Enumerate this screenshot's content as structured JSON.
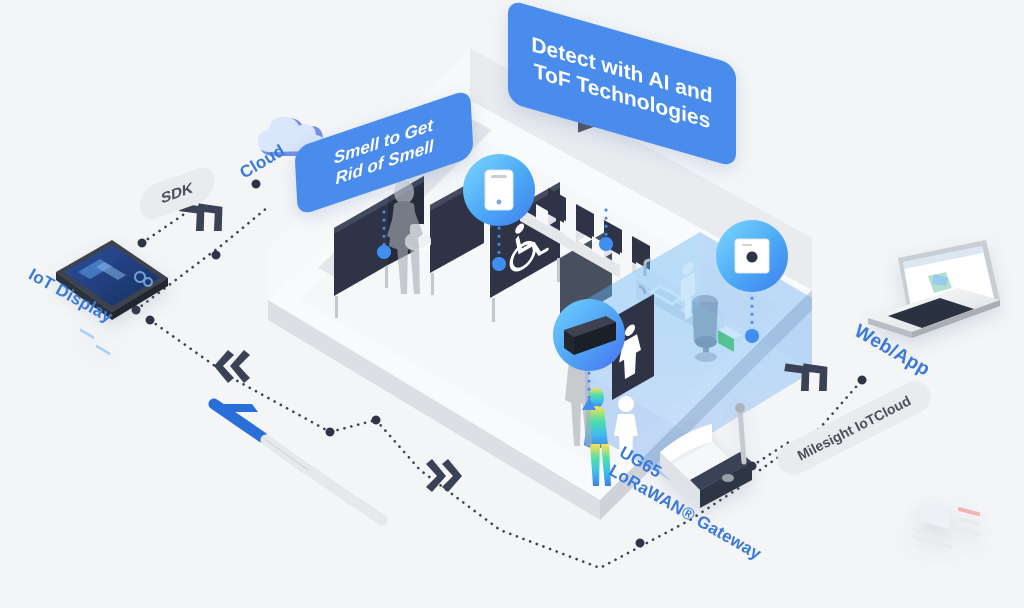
{
  "page": {
    "title": "Smart Restroom IoT Solution Isometric Diagram",
    "background_color": "#f4f5f7",
    "accent_blue": "#4a8cec",
    "label_blue": "#3a79d8",
    "dark_navy": "#2e3445",
    "pill_gray": "#e9ebef"
  },
  "callouts": [
    {
      "id": "smell",
      "line1": "Smell to Get",
      "line2": "Rid of Smell",
      "color": "#4a8cec"
    },
    {
      "id": "detect",
      "line1": "Detect with AI and",
      "line2": "ToF Technologies",
      "color": "#4a8cec"
    }
  ],
  "pills": [
    {
      "id": "sdk",
      "label": "SDK"
    },
    {
      "id": "iotcloud",
      "label": "Milesight IoTCloud"
    }
  ],
  "labels": [
    {
      "id": "iot-display",
      "text": "IoT Display",
      "color": "#3a79d8"
    },
    {
      "id": "cloud",
      "text": "Cloud",
      "color": "#3a79d8"
    },
    {
      "id": "web-app",
      "text": "Web/App",
      "color": "#3a79d8"
    },
    {
      "id": "gateway-line1",
      "text": "UG65",
      "color": "#3a79d8"
    },
    {
      "id": "gateway-line2",
      "text": "LoRaWAN® Gateway",
      "color": "#3a79d8"
    }
  ],
  "devices": [
    {
      "id": "am300-sensor",
      "name": "Ambient / Air Quality Sensor",
      "bubble": true
    },
    {
      "id": "iot-display-panel",
      "name": "Black IoT Display Panel",
      "bubble": true
    },
    {
      "id": "tof-people-counter",
      "name": "ToF People Counting Sensor",
      "bubble": true
    },
    {
      "id": "ug65-gateway",
      "name": "UG65 LoRaWAN Gateway",
      "bubble": false
    },
    {
      "id": "laptop-dashboard",
      "name": "Laptop Web Dashboard",
      "bubble": false
    },
    {
      "id": "tablet-display",
      "name": "IoT Display Tablet",
      "bubble": false
    },
    {
      "id": "cloud-node",
      "name": "Cloud",
      "bubble": false
    }
  ],
  "scene": {
    "room_name": "Smart Restroom",
    "fixtures": [
      {
        "id": "stall-1",
        "name": "toilet stall"
      },
      {
        "id": "stall-2",
        "name": "toilet stall"
      },
      {
        "id": "accessible-stall",
        "name": "accessible toilet stall"
      },
      {
        "id": "urinals",
        "name": "urinal row",
        "count": 4
      },
      {
        "id": "sinks",
        "name": "washbasin row",
        "count": 3
      },
      {
        "id": "trash-bin",
        "name": "trash bin"
      },
      {
        "id": "entrance",
        "name": "restroom entrance"
      }
    ],
    "signage": [
      {
        "id": "accessible-icon",
        "name": "wheelchair-accessible-icon"
      },
      {
        "id": "male-icon",
        "name": "male-restroom-icon"
      },
      {
        "id": "female-icon",
        "name": "female-restroom-icon"
      }
    ],
    "occupants": [
      {
        "id": "person-stall",
        "name": "person at stall"
      },
      {
        "id": "person-sink",
        "name": "person at sink"
      },
      {
        "id": "person-thermal",
        "name": "person with thermal overlay"
      }
    ]
  },
  "flow": {
    "arrows": [
      {
        "id": "arrow-to-cloud",
        "direction": "up-right"
      },
      {
        "id": "arrow-to-display",
        "direction": "up-left"
      },
      {
        "id": "arrow-to-right",
        "direction": "down-right"
      },
      {
        "id": "arrow-to-cloudsvc",
        "direction": "up-right"
      }
    ],
    "progress_bar": {
      "id": "timeline-bar",
      "filled_color": "#2a6fd8",
      "segments": 4,
      "filled_segments": 1
    }
  }
}
